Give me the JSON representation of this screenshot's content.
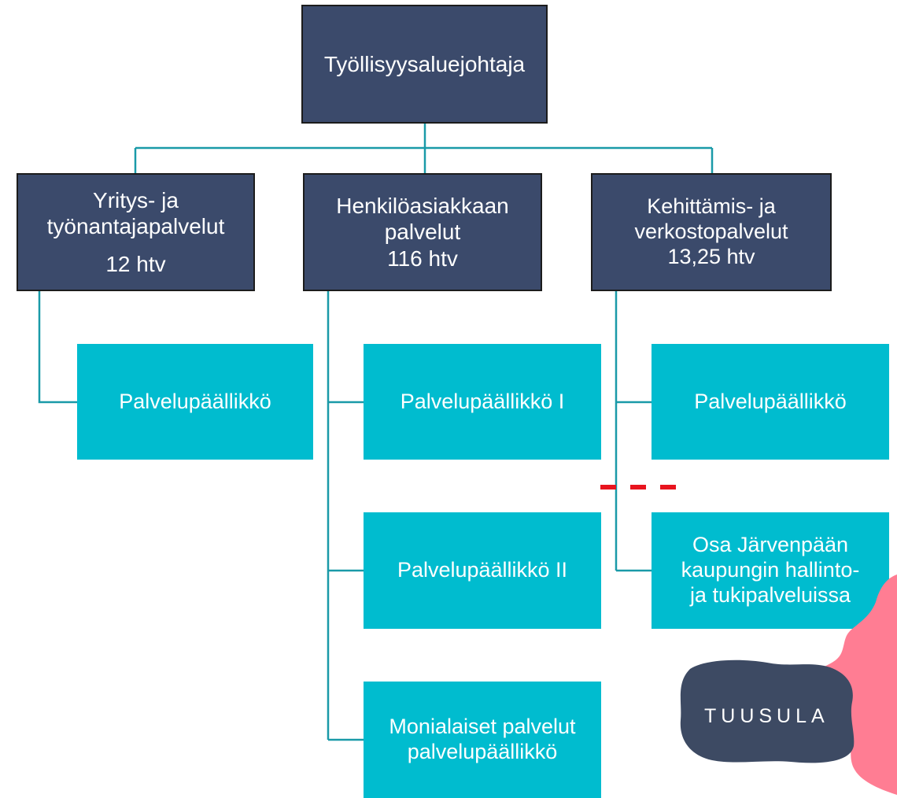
{
  "root": {
    "label": "Työllisyysaluejohtaja"
  },
  "units": [
    {
      "title_line1": "Yritys- ja",
      "title_line2": "työnantajapalvelut",
      "count": "12",
      "unit": "htv"
    },
    {
      "title_line1": "Henkilöasiakkaan",
      "title_line2": "palvelut",
      "count": "116",
      "unit": "htv"
    },
    {
      "title_line1": "Kehittämis- ja",
      "title_line2": "verkostopalvelut",
      "count": "13,25 htv"
    }
  ],
  "children": {
    "yritys": [
      "Palvelupäällikkö"
    ],
    "henkilo": [
      "Palvelupäällikkö I",
      "Palvelupäällikkö II",
      "Monialaiset palvelut palvelupäällikkö"
    ],
    "kehittamis": [
      "Palvelupäällikkö",
      "Osa Järvenpään kaupungin hallinto- ja tukipalveluissa"
    ]
  },
  "logo": {
    "text": "TUUSULA"
  },
  "colors": {
    "dark_box": "#3b4a6b",
    "teal_box": "#00bccf",
    "connector": "#1a9aa8",
    "dashed_marker": "#e8141e",
    "logo_dark": "#3d4a63",
    "logo_pink": "#ff7d93"
  }
}
